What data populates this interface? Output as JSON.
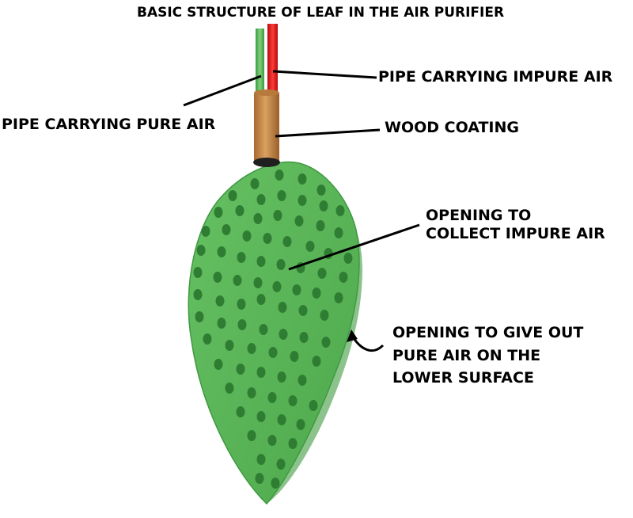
{
  "diagram": {
    "title": "BASIC STRUCTURE OF LEAF IN THE AIR PURIFIER",
    "labels": {
      "impure_pipe": "PIPE CARRYING IMPURE AIR",
      "pure_pipe": "PIPE CARRYING PURE AIR",
      "wood_coating": "WOOD COATING",
      "collect_opening": [
        "OPENING TO",
        "COLLECT IMPURE AIR"
      ],
      "giveout_opening": [
        "OPENING TO GIVE OUT",
        "PURE AIR ON THE",
        "LOWER SURFACE"
      ]
    },
    "colors": {
      "leaf": "#5cb85a",
      "leaf_dark": "#3f9a40",
      "hole": "#2f7d33",
      "pure_pipe": "#4caf50",
      "impure_pipe": "#e01414",
      "wood": "#c98a45",
      "ink": "#000000"
    }
  }
}
